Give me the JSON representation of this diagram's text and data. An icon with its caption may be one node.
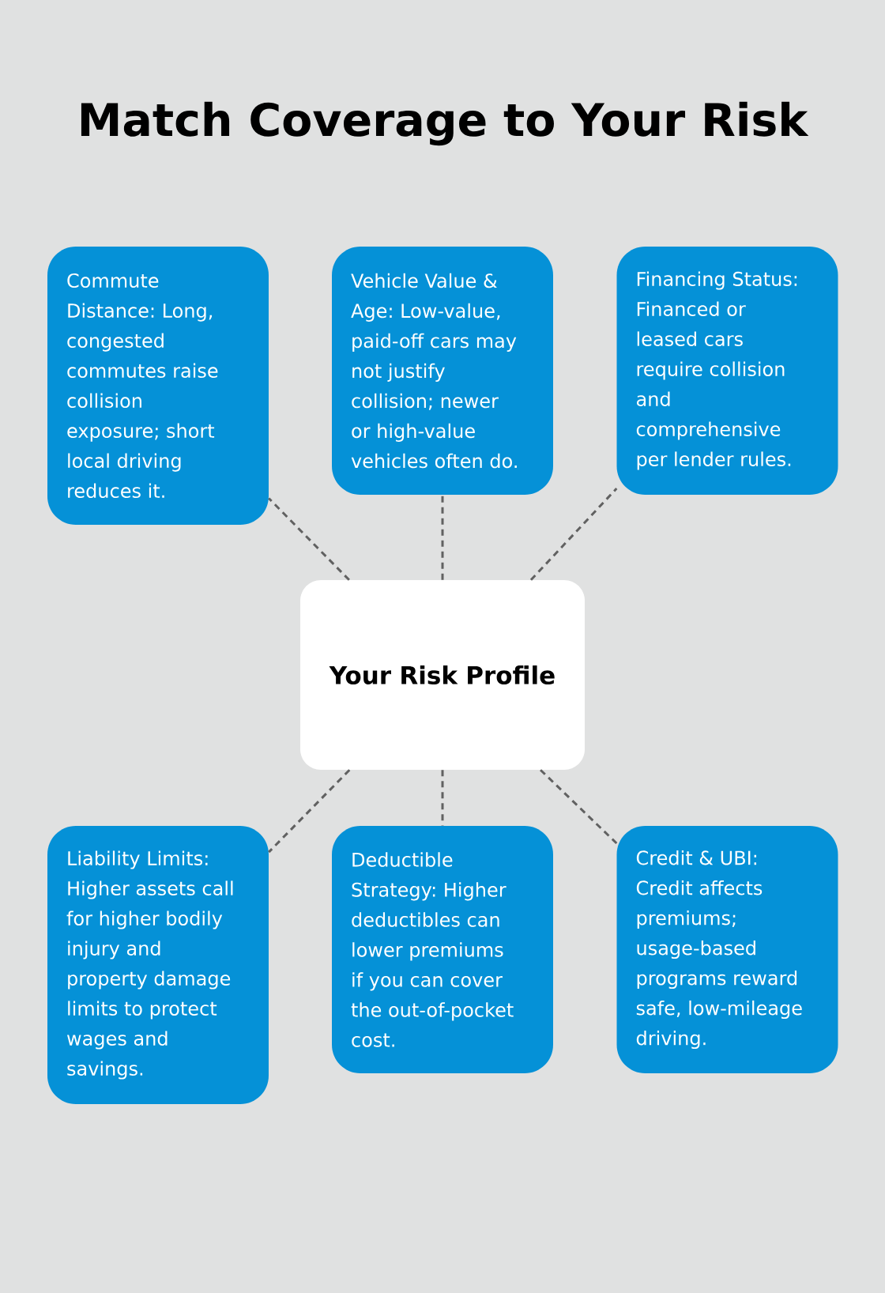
{
  "diagram": {
    "title": "Match Coverage to Your Risk",
    "nodes": [
      {
        "text": [
          "Commute Distance: Long, congested commutes raise collision exposure; short local driving reduces it."
        ]
      },
      {
        "text": [
          "Vehicle Value & Age: Low-value, paid-off cars may not justify collision; newer or high-value vehicles often do."
        ]
      },
      {
        "text": [
          "Financing Status: Financed or leased cars require collision and comprehensive per lender rules."
        ]
      },
      {
        "text": [
          "Your Risk Profile"
        ]
      },
      {
        "text": [
          "Liability Limits: Higher assets call for higher bodily injury and property damage limits to protect wages and savings."
        ]
      },
      {
        "text": [
          "Deductible Strategy: Higher deductibles can lower premiums if you can cover the out-of-pocket cost."
        ]
      },
      {
        "text": [
          "Credit & UBI: Credit affects premiums; usage-based programs reward safe, low-mileage driving."
        ]
      }
    ],
    "edges": [
      {
        "from": 3,
        "to": 0,
        "arrow": "none",
        "style": "dashed"
      },
      {
        "from": 3,
        "to": 1,
        "arrow": "none",
        "style": "dashed"
      },
      {
        "from": 3,
        "to": 2,
        "arrow": "none",
        "style": "dashed"
      },
      {
        "from": 3,
        "to": 4,
        "arrow": "none",
        "style": "dashed"
      },
      {
        "from": 3,
        "to": 5,
        "arrow": "none",
        "style": "dashed"
      },
      {
        "from": 3,
        "to": 6,
        "arrow": "none",
        "style": "dashed"
      }
    ]
  }
}
